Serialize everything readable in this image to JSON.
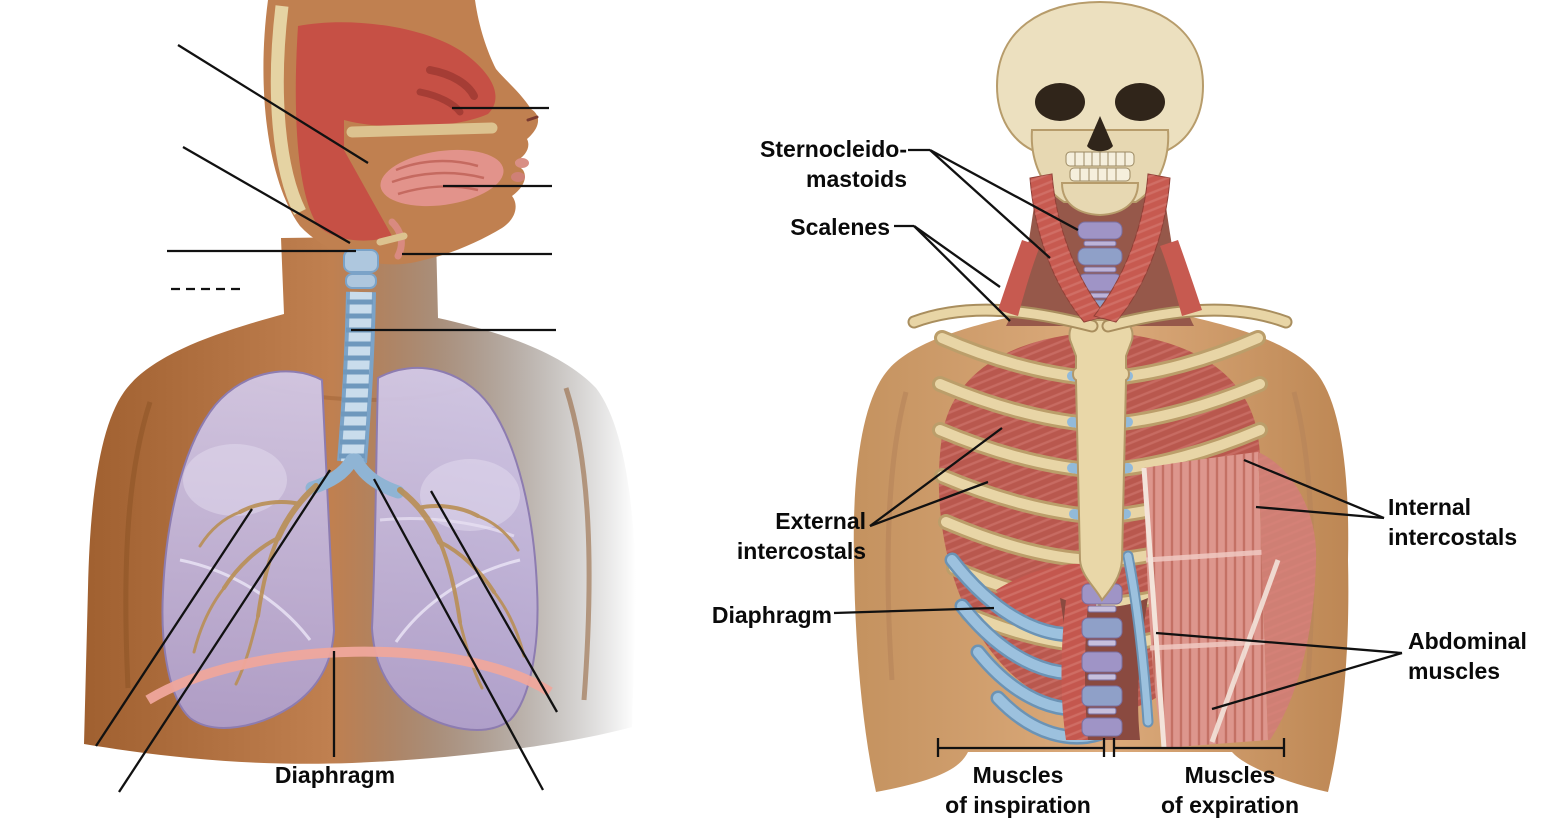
{
  "left_figure": {
    "labels": {
      "diaphragm": "Diaphragm"
    }
  },
  "right_figure": {
    "labels": {
      "sternocleidomastoids": "Sternocleido-\nmastoids",
      "scalenes": "Scalenes",
      "external_intercostals": "External\nintercostals",
      "diaphragm": "Diaphragm",
      "internal_intercostals": "Internal\nintercostals",
      "abdominal_muscles": "Abdominal\nmuscles",
      "muscles_of_inspiration": "Muscles\nof inspiration",
      "muscles_of_expiration": "Muscles\nof expiration"
    }
  },
  "colors": {
    "background": "#ffffff",
    "label_text": "#0a0a0a",
    "left_skin": "#b5713f",
    "right_skin": "#d2a075",
    "lung_lavender": "#c5badd",
    "airway_blue": "#8fb4d4",
    "muscle_red": "#c75a50",
    "bone_tan": "#e8d5a6",
    "cartilage_blue": "#92bada",
    "diaphragm_pink": "#efa79c",
    "vertebra_purple": "#9f94c6"
  }
}
